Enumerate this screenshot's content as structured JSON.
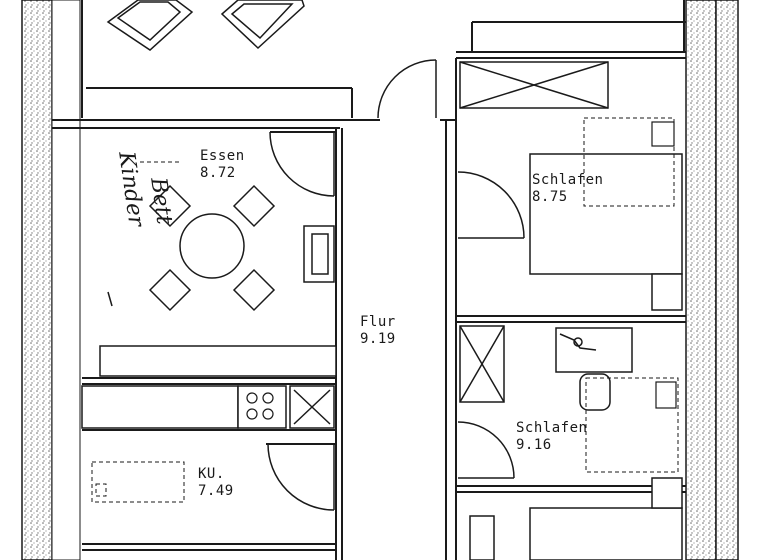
{
  "rooms": {
    "essen": {
      "name": "Essen",
      "area": "8.72"
    },
    "flur": {
      "name": "Flur",
      "area": "9.19"
    },
    "schlafen1": {
      "name": "Schlafen",
      "area": "8.75"
    },
    "schlafen2": {
      "name": "Schlafen",
      "area": "9.16"
    },
    "kueche": {
      "name": "KU.",
      "area": "7.49"
    }
  },
  "annotation": {
    "handwritten_1": "Kinder",
    "handwritten_2": "Bett"
  },
  "colors": {
    "ink": "#1a1a1a",
    "stipple": "#8a8a8a",
    "paper": "#ffffff"
  }
}
